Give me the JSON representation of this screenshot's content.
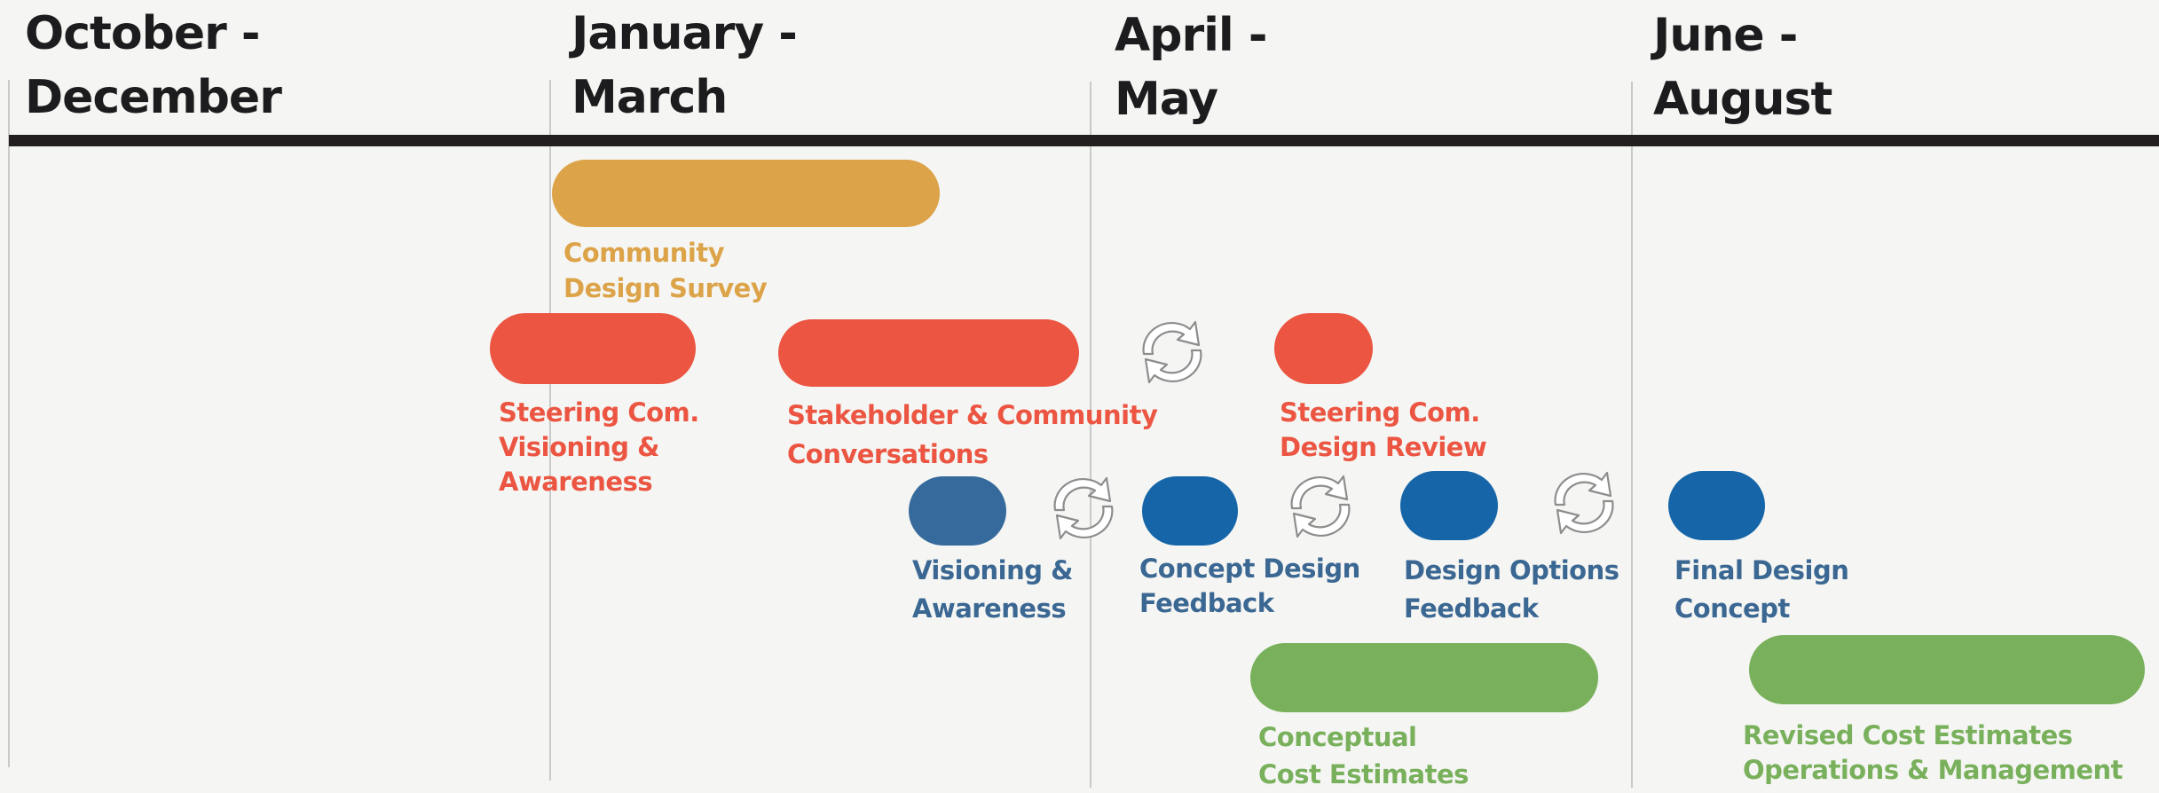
{
  "colors": {
    "survey": "#dca349",
    "steering": "#eb5542",
    "outreach_dim": "#366a9c",
    "outreach": "#1565a8",
    "outreach_text": "#3b6793",
    "cost": "#79b05c",
    "ink": "#1c1b1d"
  },
  "header": {
    "columns": [
      "October -\nDecember",
      "January -\nMarch",
      "April -\nMay",
      "June -\nAugust"
    ]
  },
  "rows": {
    "survey": {
      "label": "Community\nDesign Survey"
    },
    "steering": {
      "labels": [
        "Steering Com.\nVisioning &\nAwareness",
        "Stakeholder & Community\nConversations",
        "Steering Com.\nDesign Review"
      ]
    },
    "outreach": {
      "labels": [
        "Visioning &\nAwareness",
        "Concept Design\nFeedback",
        "Design Options\nFeedback",
        "Final Design\nConcept"
      ]
    },
    "cost": {
      "labels": [
        "Conceptual\nCost Estimates",
        "Revised Cost Estimates\nOperations & Management"
      ]
    }
  },
  "icons": {
    "cycle": "refresh-cycle-icon"
  }
}
